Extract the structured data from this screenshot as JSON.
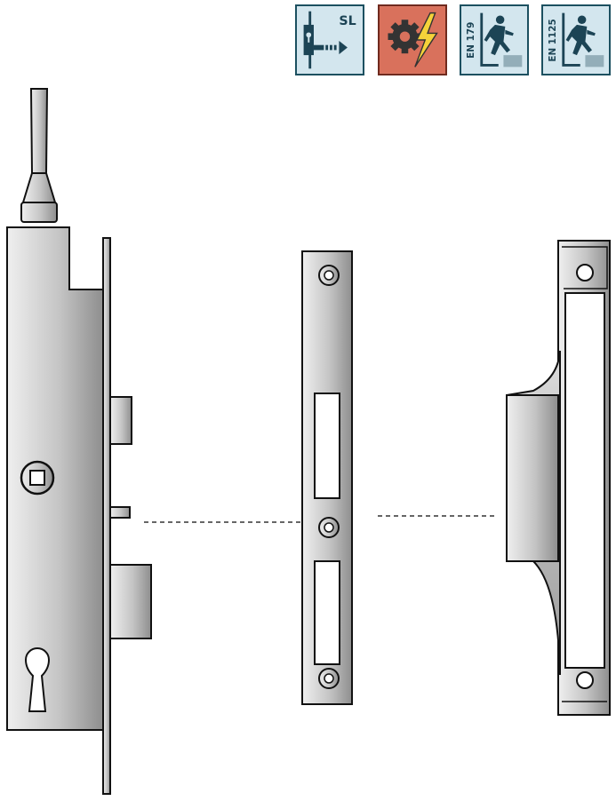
{
  "badges": [
    {
      "name": "sl-badge",
      "label": "SL",
      "icon": "self-locking-bolt-icon",
      "bg": "#d3e6ee"
    },
    {
      "name": "motor-badge",
      "label": "",
      "icon": "motor-gear-lightning-icon",
      "bg": "#d9715c"
    },
    {
      "name": "en179-badge",
      "label": "EN 179",
      "icon": "emergency-exit-runner-icon",
      "bg": "#d3e6ee"
    },
    {
      "name": "en1125-badge",
      "label": "EN 1125",
      "icon": "panic-exit-runner-icon",
      "bg": "#d3e6ee"
    }
  ],
  "colors": {
    "metal_light": "#e2e2e2",
    "metal_dark": "#8f8f8f",
    "outline": "#111111",
    "badge_border": "#1c5060",
    "icon_dark": "#1c4455"
  },
  "drawing": {
    "components": [
      "motor-lock-body",
      "strike-plate",
      "box-strike-keeper"
    ],
    "icons": [
      "cable-icon",
      "spindle-square-icon",
      "euro-cylinder-hole-icon",
      "screw-hole-icon"
    ]
  }
}
